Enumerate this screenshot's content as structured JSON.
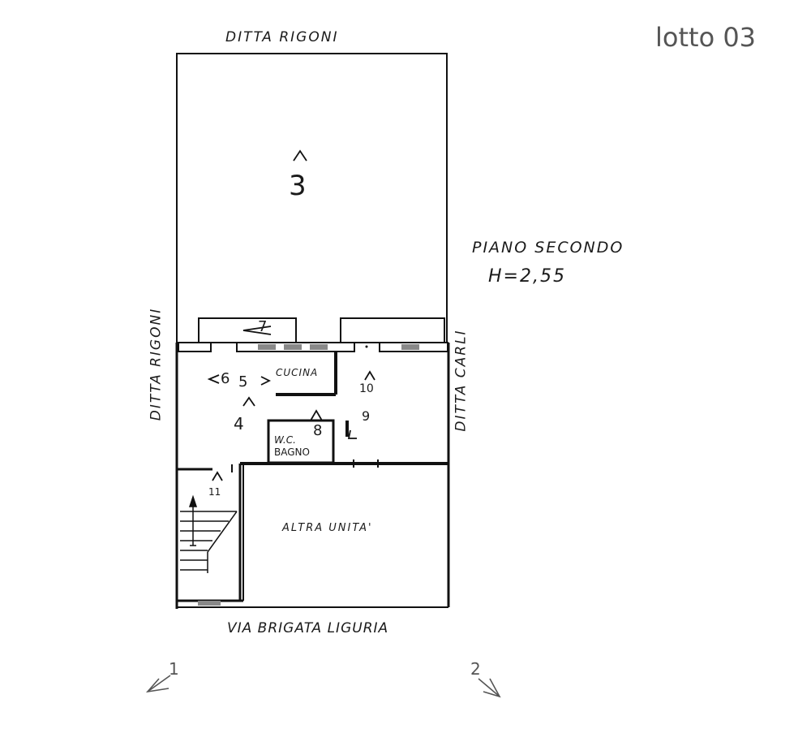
{
  "header": {
    "lot_label": "lotto 03"
  },
  "floor": {
    "name": "PIANO SECONDO",
    "height": "H=2,55"
  },
  "neighbors": {
    "top": "DITTA RIGONI",
    "left": "DITTA RIGONI",
    "right": "DITTA CARLI",
    "bottom": "VIA BRIGATA LIGURIA"
  },
  "rooms": {
    "kitchen": "CUCINA",
    "bathroom": "BAGNO",
    "wc": "W.C.",
    "other_unit": "ALTRA UNITA'"
  },
  "photo_markers": {
    "m1": "1",
    "m2": "2",
    "m3": "3",
    "m4": "4",
    "m5": "5",
    "m6": "6",
    "m7": "7",
    "m8": "8",
    "m9": "9",
    "m10": "10",
    "m11": "11"
  },
  "colors": {
    "ink": "#111111",
    "pencil": "#555555",
    "paper": "#ffffff"
  }
}
